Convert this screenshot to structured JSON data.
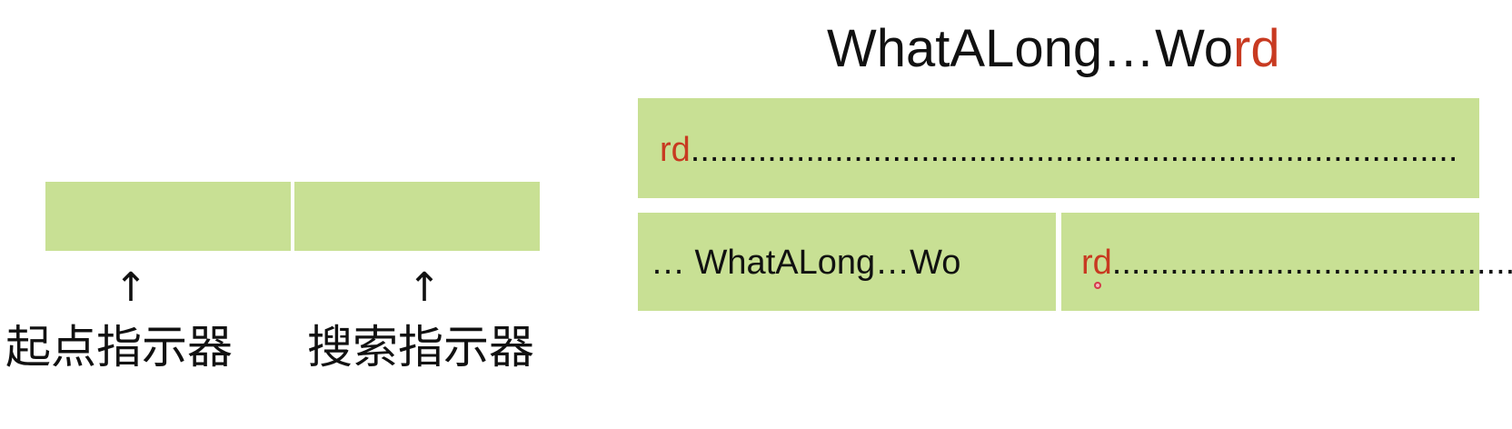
{
  "left_panel": {
    "start_label": "起点指示器",
    "search_label": "搜索指示器",
    "arrow": "↑"
  },
  "right_panel": {
    "title_black": "WhatALong…Wo",
    "title_red": "rd",
    "top_row": {
      "red": "rd",
      "dots": "................................................................................"
    },
    "bottom_row_left": "… WhatALong…Wo",
    "bottom_row_right": {
      "red": "rd",
      "dots": "..............................................."
    }
  },
  "colors": {
    "box_fill": "#c8e094",
    "highlight": "#c83a21",
    "text": "#111111"
  }
}
